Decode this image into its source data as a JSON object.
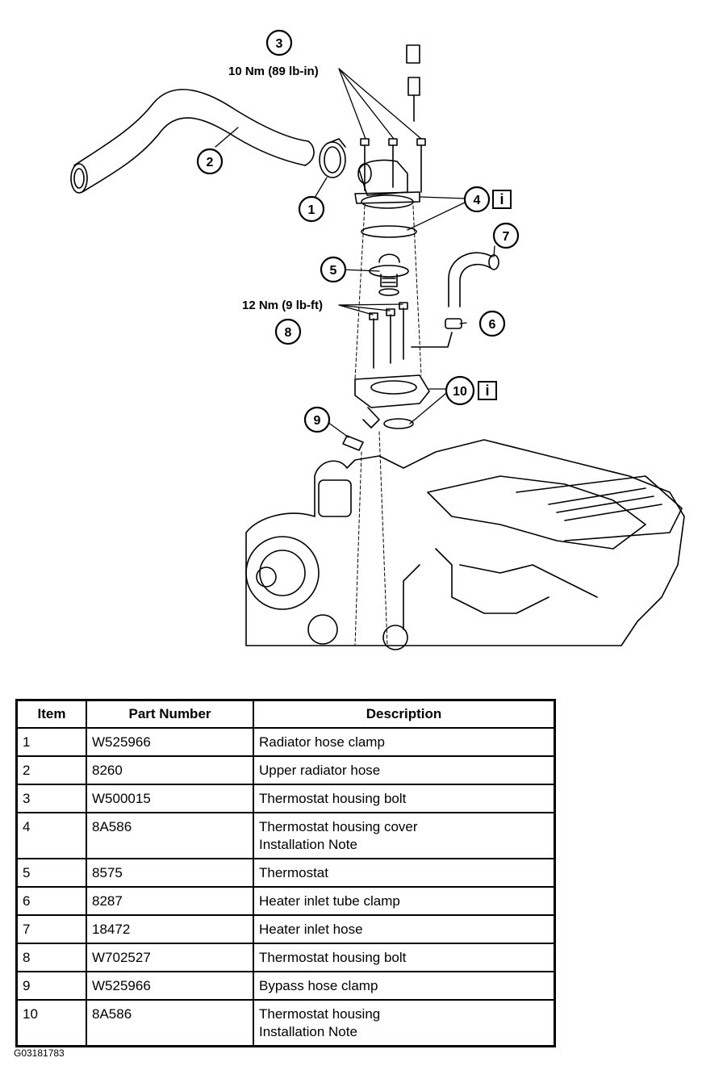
{
  "diagram": {
    "callouts": [
      {
        "number": "1"
      },
      {
        "number": "2"
      },
      {
        "number": "3"
      },
      {
        "number": "4"
      },
      {
        "number": "5"
      },
      {
        "number": "6"
      },
      {
        "number": "7"
      },
      {
        "number": "8"
      },
      {
        "number": "9"
      },
      {
        "number": "10"
      }
    ],
    "torque_labels": [
      "10 Nm (89 lb-in)",
      "12 Nm (9 lb-ft)"
    ],
    "info_marker": "i"
  },
  "table": {
    "headers": [
      "Item",
      "Part Number",
      "Description"
    ],
    "rows": [
      {
        "item": "1",
        "part": "W525966",
        "desc": [
          "Radiator hose clamp"
        ]
      },
      {
        "item": "2",
        "part": "8260",
        "desc": [
          "Upper radiator hose"
        ]
      },
      {
        "item": "3",
        "part": "W500015",
        "desc": [
          "Thermostat housing bolt"
        ]
      },
      {
        "item": "4",
        "part": "8A586",
        "desc": [
          "Thermostat housing cover",
          "Installation Note"
        ]
      },
      {
        "item": "5",
        "part": "8575",
        "desc": [
          "Thermostat"
        ]
      },
      {
        "item": "6",
        "part": "8287",
        "desc": [
          "Heater inlet tube clamp"
        ]
      },
      {
        "item": "7",
        "part": "18472",
        "desc": [
          "Heater inlet hose"
        ]
      },
      {
        "item": "8",
        "part": "W702527",
        "desc": [
          "Thermostat housing bolt"
        ]
      },
      {
        "item": "9",
        "part": "W525966",
        "desc": [
          "Bypass hose clamp"
        ]
      },
      {
        "item": "10",
        "part": "8A586",
        "desc": [
          "Thermostat housing",
          "Installation Note"
        ]
      }
    ]
  },
  "figure_id": "G03181783"
}
